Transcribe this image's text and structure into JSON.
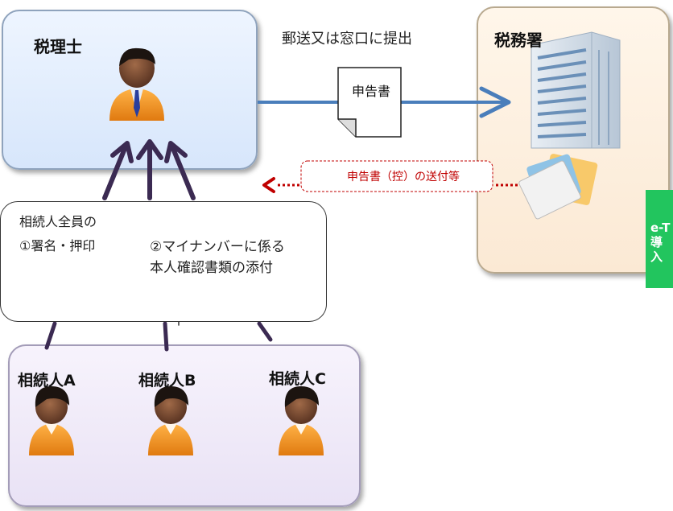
{
  "tax_accountant": {
    "title": "税理士"
  },
  "tax_office": {
    "title": "税務署"
  },
  "submission_label": "郵送又は窓口に提出",
  "document_label": "申告書",
  "return_label": "申告書（控）の送付等",
  "requirements": {
    "heading": "相続人全員の",
    "item1": "①署名・押印",
    "item2_line1": "②マイナンバーに係る",
    "item2_line2": "本人確認書類の添付"
  },
  "heirs": [
    {
      "label": "相続人A"
    },
    {
      "label": "相続人B"
    },
    {
      "label": "相続人C"
    }
  ],
  "etax_tab": {
    "line1": "e-T",
    "line2": "導入"
  },
  "colors": {
    "main_arrow": "#4a7ebb",
    "return_arrow": "#c00000",
    "up_arrows": "#3b2a52",
    "etax_green": "#22c55e"
  }
}
